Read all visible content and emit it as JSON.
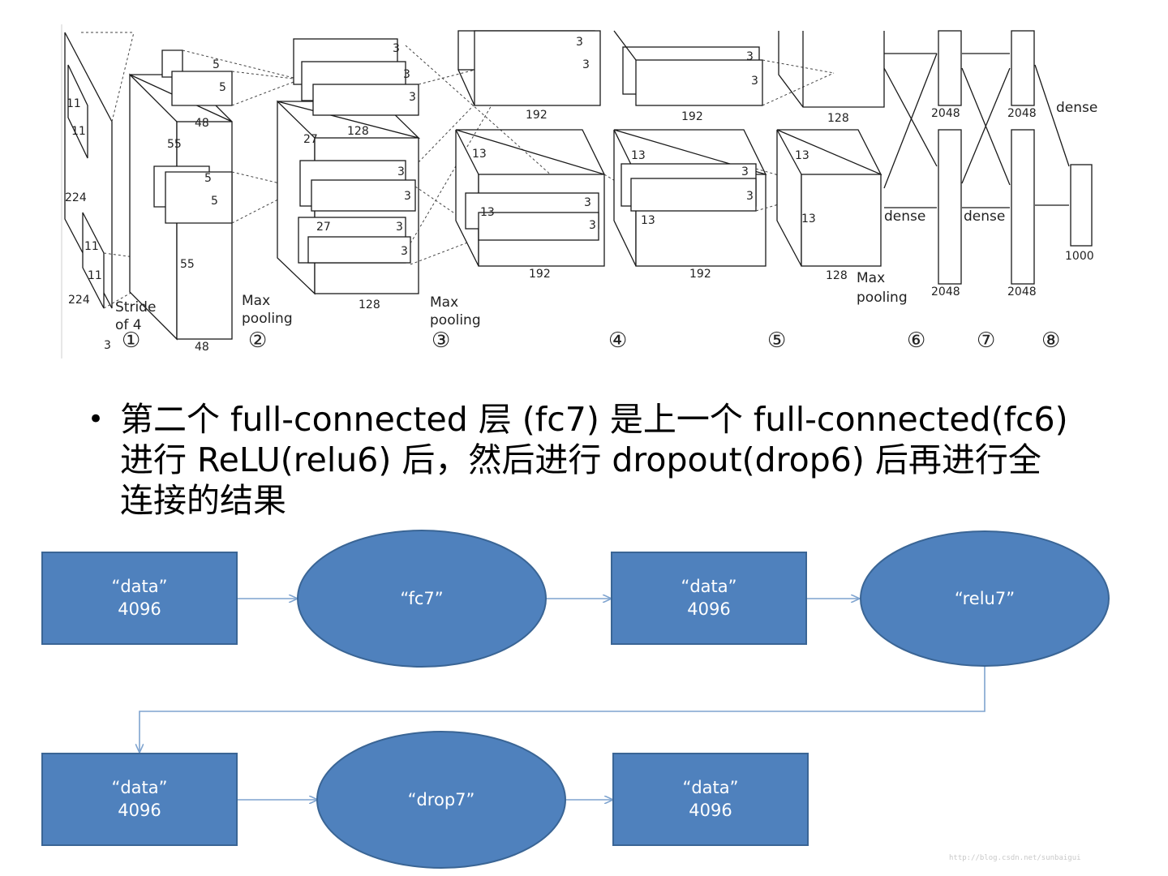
{
  "arch": {
    "labels": {
      "l11a": "11",
      "l11b": "11",
      "l224a": "224",
      "l11c": "11",
      "l11d": "11",
      "l224b": "224",
      "l3": "3",
      "stride1": "Stride",
      "stride2": "of 4",
      "l55a": "55",
      "l55b": "55",
      "l5a": "5",
      "l5b": "5",
      "l5c": "5",
      "l5d": "5",
      "l48a": "48",
      "l48b": "48",
      "maxpool1a": "Max",
      "maxpool1b": "pooling",
      "l27a": "27",
      "l128a": "128",
      "l3a": "3",
      "l3b": "3",
      "l3c": "3",
      "l3d": "3",
      "l3e": "3",
      "l27b": "27",
      "l3f": "3",
      "l3g": "3",
      "l128b": "128",
      "maxpool2a": "Max",
      "maxpool2b": "pooling",
      "l3h": "3",
      "l3i": "3",
      "l192a": "192",
      "l13a": "13",
      "l3j": "3",
      "l13b": "13",
      "l3k": "3",
      "l192b": "192",
      "l3l": "3",
      "l3m": "3",
      "l192c": "192",
      "l13c": "13",
      "l3n": "3",
      "l3o": "3",
      "l13d": "13",
      "l192d": "192",
      "l128c": "128",
      "l13e": "13",
      "l13f": "13",
      "l128d": "128",
      "maxpool3a": "Max",
      "maxpool3b": "pooling",
      "l2048a": "2048",
      "l2048b": "2048",
      "dense1": "dense",
      "dense2": "dense",
      "dense3": "dense",
      "l2048c": "2048",
      "l2048d": "2048",
      "l1000": "1000",
      "c1": "①",
      "c2": "②",
      "c3": "③",
      "c4": "④",
      "c5": "⑤",
      "c6": "⑥",
      "c7": "⑦",
      "c8": "⑧"
    }
  },
  "bullet": {
    "marker": "•",
    "text": "第二个 full-connected 层 (fc7) 是上一个 full-connected(fc6) 进行 ReLU(relu6) 后，然后进行 dropout(drop6) 后再进行全连接的结果"
  },
  "flow": {
    "nodes": [
      {
        "line1": "“data”",
        "line2": "4096"
      },
      {
        "line1": "“fc7”"
      },
      {
        "line1": "“data”",
        "line2": "4096"
      },
      {
        "line1": "“relu7”"
      },
      {
        "line1": "“data”",
        "line2": "4096"
      },
      {
        "line1": "“drop7”"
      },
      {
        "line1": "“data”",
        "line2": "4096"
      }
    ],
    "watermark": "http://blog.csdn.net/sunbaigui"
  },
  "colors": {
    "node_fill": "#4f81bd",
    "edge": "#7ea3cf"
  }
}
